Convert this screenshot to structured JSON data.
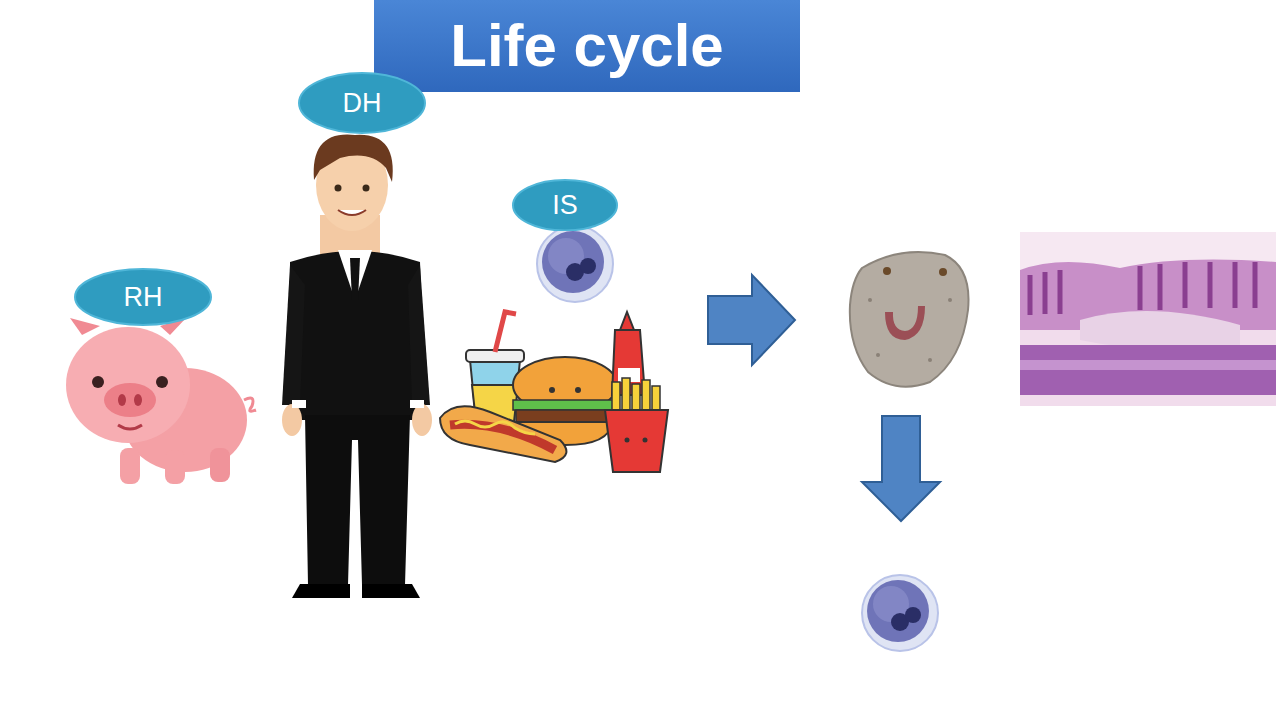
{
  "diagram": {
    "title": "Life cycle",
    "nodes": [
      {
        "text": [
          "DH"
        ]
      },
      {
        "text": [
          "IS"
        ]
      },
      {
        "text": [
          "RH"
        ]
      }
    ]
  }
}
